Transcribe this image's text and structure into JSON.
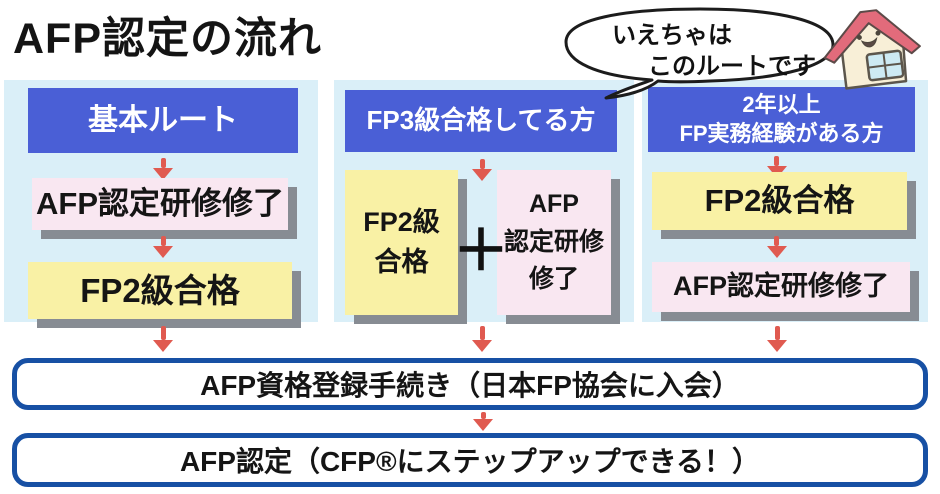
{
  "title": "AFP認定の流れ",
  "speech_bubble": {
    "line1": "いえちゃは",
    "line2": "このルートです",
    "character": "house-mascot"
  },
  "columns": [
    {
      "header_lines": [
        "基本ルート"
      ],
      "steps": [
        "AFP認定研修修了",
        "FP2級合格"
      ]
    },
    {
      "header_lines": [
        "FP3級合格してる方"
      ],
      "left_box_lines": [
        "FP2級",
        "合格"
      ],
      "plus": "＋",
      "right_box_lines": [
        "AFP",
        "認定研修",
        "修了"
      ]
    },
    {
      "header_lines": [
        "2年以上",
        "FP実務経験がある方"
      ],
      "steps": [
        "FP2級合格",
        "AFP認定研修修了"
      ]
    }
  ],
  "bottom_bars": [
    "AFP資格登録手続き（日本FP協会に入会）",
    "AFP認定（CFP®にステップアップできる！）"
  ],
  "colors": {
    "header_blue": "#4a5fd6",
    "panel_light_blue": "#daeff8",
    "box_pink": "#f9e7f1",
    "box_yellow": "#f9f1a5",
    "box_shadow_grey": "#878c93",
    "arrow_red": "#e05a50",
    "bar_border_navy": "#1750a4",
    "house_roof_pink": "#e26b7b",
    "house_body_cream": "#f8efd7",
    "window_blue": "#cdeaf3"
  }
}
